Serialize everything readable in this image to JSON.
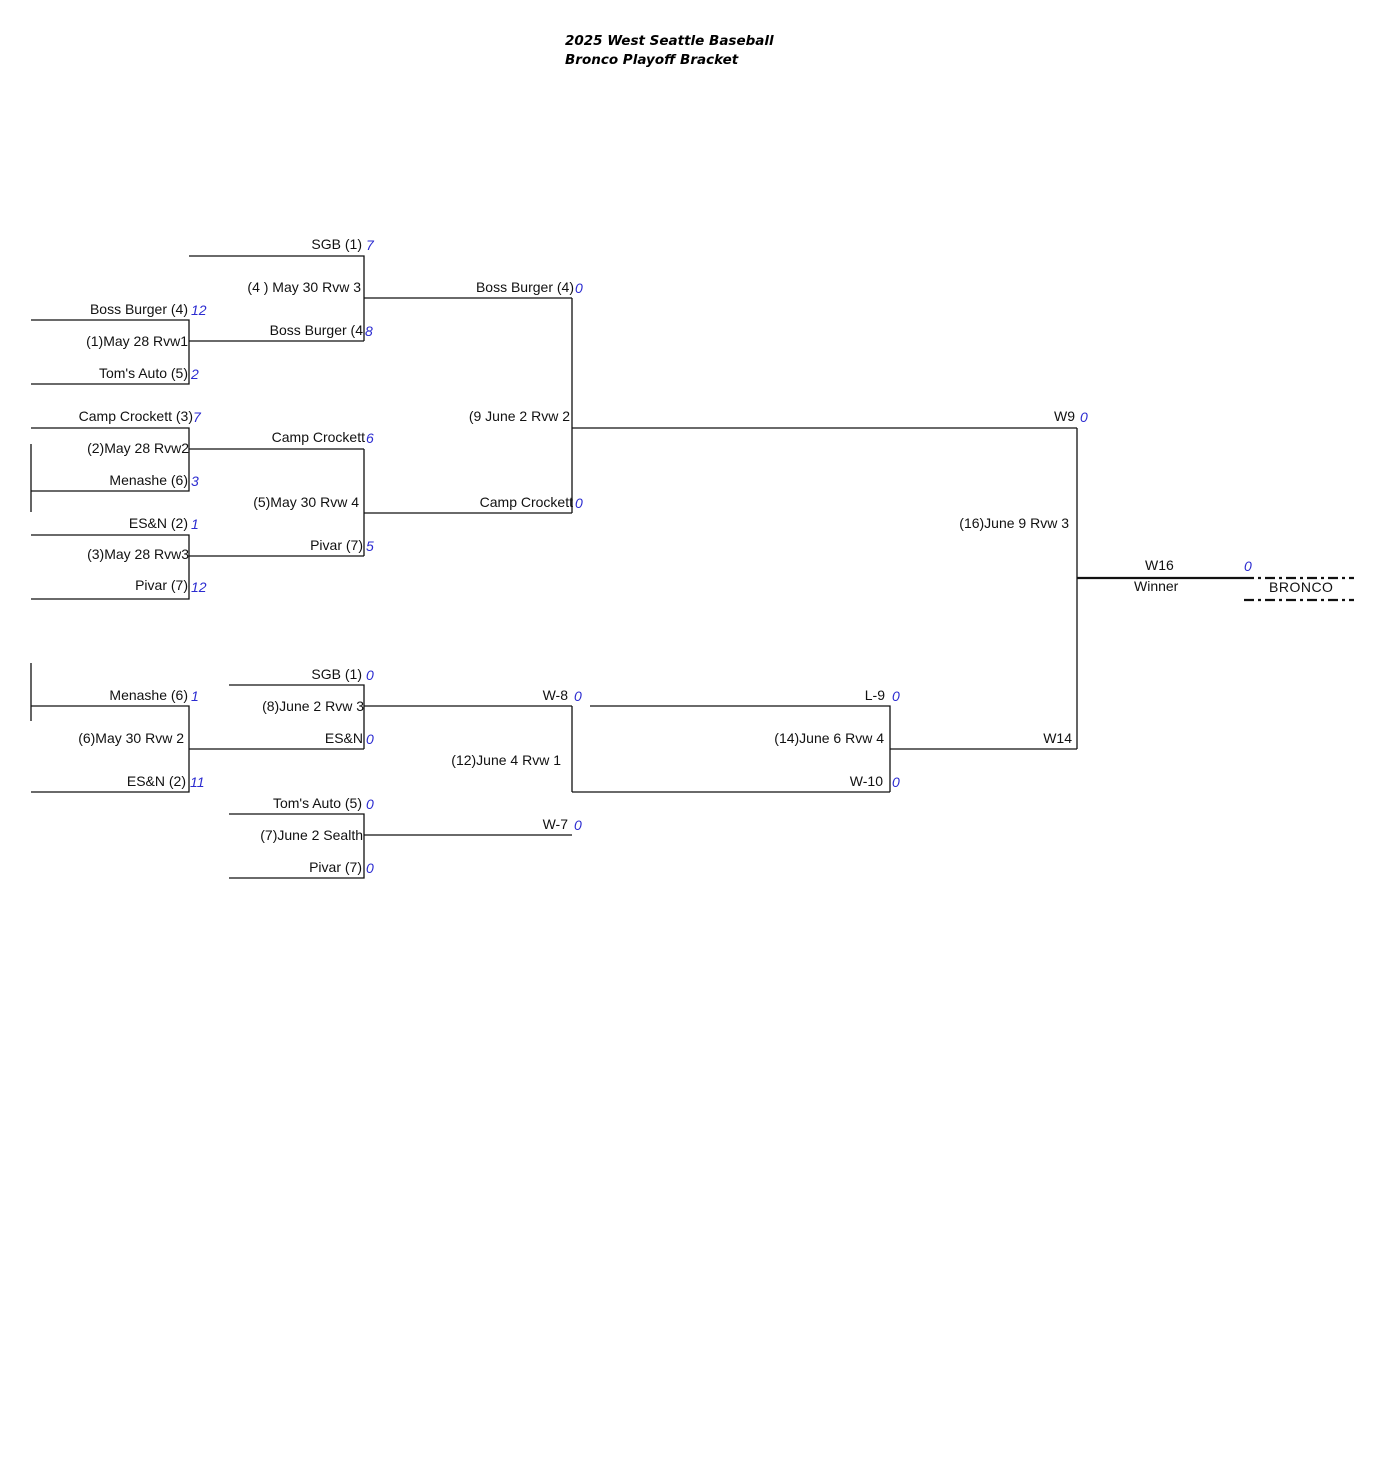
{
  "title": {
    "line1": "2025 West Seattle Baseball",
    "line2": "Bronco Playoff Bracket"
  },
  "round1": {
    "g1": {
      "top": "Boss Burger (4)",
      "top_score": "12",
      "game": "(1)May 28 Rvw1",
      "bottom": "Tom's Auto (5)",
      "bottom_score": "2"
    },
    "g2": {
      "top": "Camp Crockett (3)",
      "top_score": "7",
      "game": "(2)May 28 Rvw2",
      "bottom": "Menashe (6)",
      "bottom_score": "3"
    },
    "g3": {
      "top": "ES&N (2)",
      "top_score": "1",
      "game": "(3)May 28 Rvw3",
      "bottom": "Pivar (7)",
      "bottom_score": "12"
    },
    "g6": {
      "top": "Menashe (6)",
      "top_score": "1",
      "game": "(6)May 30 Rvw 2",
      "bottom": "ES&N (2)",
      "bottom_score": "11"
    }
  },
  "round2": {
    "g4": {
      "top": "SGB (1)",
      "top_score": "7",
      "game": "(4 ) May 30 Rvw 3",
      "bottom": "Boss Burger (4",
      "bottom_score": "8"
    },
    "g5": {
      "top": "Camp Crockett",
      "top_score": "6",
      "game": "(5)May 30 Rvw 4",
      "bottom": "Pivar (7)",
      "bottom_score": "5"
    },
    "g8": {
      "top": "SGB (1)",
      "top_score": "0",
      "game": "(8)June 2 Rvw 3",
      "bottom": "ES&N",
      "bottom_score": "0"
    },
    "g7": {
      "top": "Tom's Auto (5)",
      "top_score": "0",
      "game": "(7)June 2 Sealth",
      "bottom": "Pivar (7)",
      "bottom_score": "0"
    }
  },
  "round3": {
    "g9": {
      "top": "Boss Burger (4)",
      "top_score": "0",
      "game": "(9 June 2 Rvw 2",
      "bottom": "Camp Crockett",
      "bottom_score": "0"
    },
    "g12": {
      "top": "W-8",
      "top_score": "0",
      "game": "(12)June 4 Rvw 1",
      "bottom": "W-7",
      "bottom_score": "0"
    }
  },
  "round4": {
    "g14": {
      "top": "L-9",
      "top_score": "0",
      "game": "(14)June 6 Rvw 4",
      "bottom": "W-10",
      "bottom_score": "0"
    }
  },
  "final": {
    "top": "W9",
    "top_score": "0",
    "game": "(16)June 9 Rvw 3",
    "bottom": "W14"
  },
  "champion": {
    "label": "W16",
    "sublabel": "Winner",
    "score": "0",
    "name": "BRONCO"
  },
  "colors": {
    "line": "#111111",
    "score": "#2b2bd0"
  }
}
